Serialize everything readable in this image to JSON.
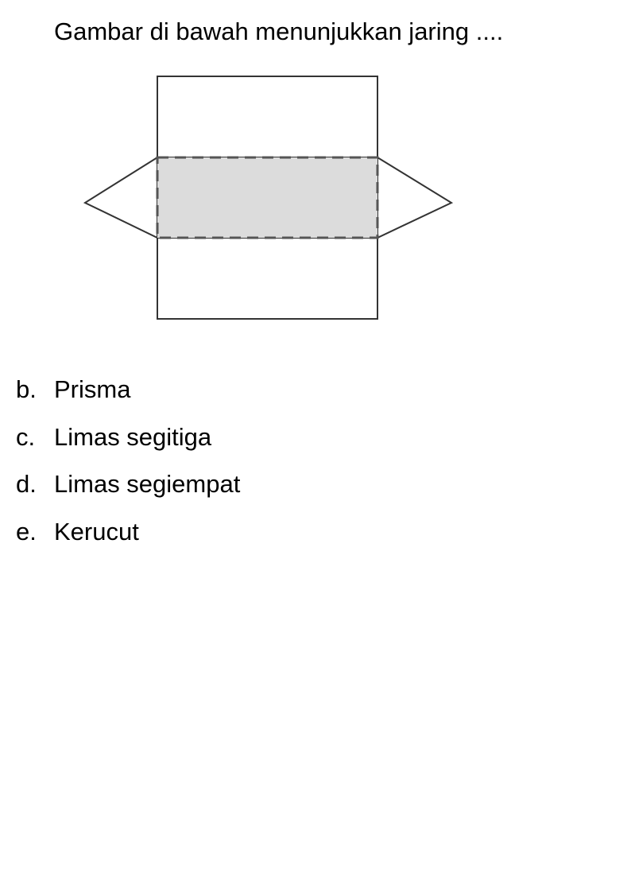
{
  "question": "Gambar di bawah menunjukkan jaring ....",
  "figure": {
    "shaded_fill": "#dcdcdc",
    "line_color": "#333333"
  },
  "options": [
    {
      "letter": "b.",
      "text": "Prisma"
    },
    {
      "letter": "c.",
      "text": "Limas segitiga"
    },
    {
      "letter": "d.",
      "text": "Limas segiempat"
    },
    {
      "letter": "e.",
      "text": "Kerucut"
    }
  ]
}
